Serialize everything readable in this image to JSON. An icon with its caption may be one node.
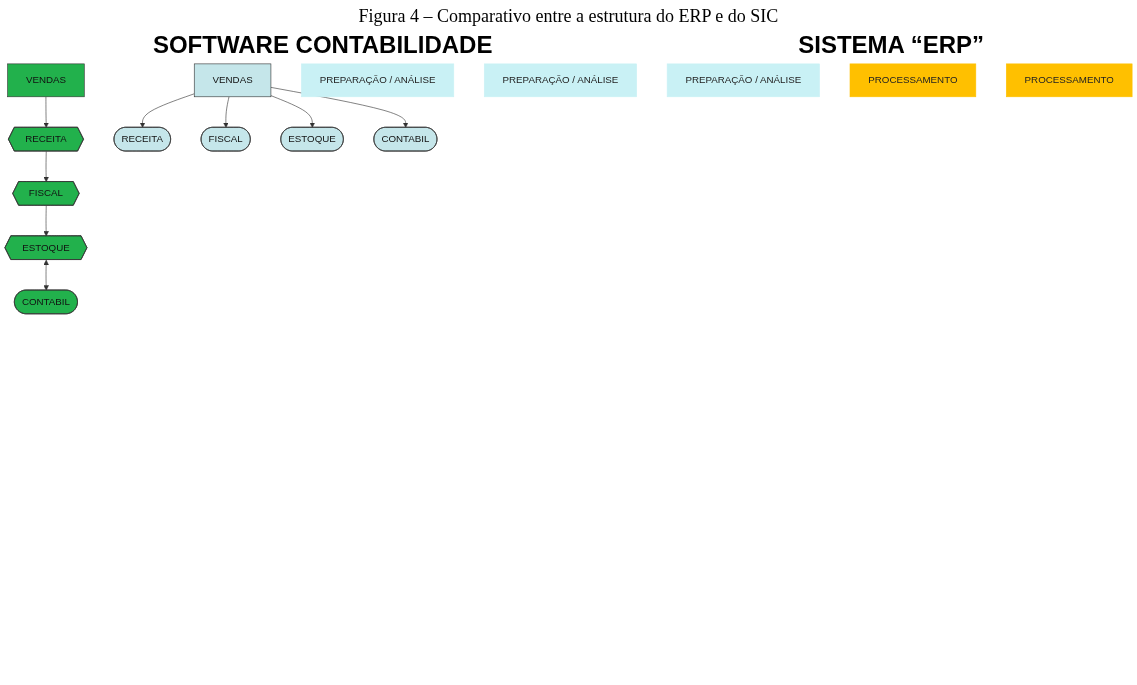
{
  "diagram": {
    "title": "Figura 4 – Comparativo entre a estrutura do ERP e do SIC",
    "nodes": [
      {
        "text": [
          "VENDAS"
        ]
      },
      {
        "text": [
          "RECEITA"
        ]
      },
      {
        "text": [
          "FISCAL"
        ]
      },
      {
        "text": [
          "ESTOQUE"
        ]
      },
      {
        "text": [
          "CONTABIL"
        ]
      },
      {
        "text": [
          "PREPARAÇÃO / ANÁLISE"
        ]
      },
      {
        "text": [
          "PREPARAÇÃO / ANÁLISE"
        ]
      },
      {
        "text": [
          "PREPARAÇÃO / ANÁLISE"
        ]
      },
      {
        "text": [
          "PROCESSAMENTO"
        ]
      },
      {
        "text": [
          "VENDAS"
        ]
      },
      {
        "text": [
          "PROCESSAMENTO"
        ]
      },
      {
        "text": [
          "RECEITA"
        ]
      },
      {
        "text": [
          "FISCAL"
        ]
      },
      {
        "text": [
          "ESTOQUE"
        ]
      },
      {
        "text": [
          "CONTABIL"
        ]
      }
    ],
    "edges": [
      {
        "from": 0,
        "to": 1,
        "arrow": "to"
      },
      {
        "from": 1,
        "to": 2,
        "arrow": "to"
      },
      {
        "from": 2,
        "to": 3,
        "arrow": "to"
      },
      {
        "from": 3,
        "to": 4,
        "arrow": "both"
      },
      {
        "from": 9,
        "to": 11,
        "arrow": "to"
      },
      {
        "from": 9,
        "to": 12,
        "arrow": "to"
      },
      {
        "from": 9,
        "to": 13,
        "arrow": "to"
      },
      {
        "from": 9,
        "to": 14,
        "arrow": "to"
      }
    ],
    "labels": [
      "SOFTWARE CONTABILIDADE",
      "SISTEMA “ERP”"
    ]
  }
}
